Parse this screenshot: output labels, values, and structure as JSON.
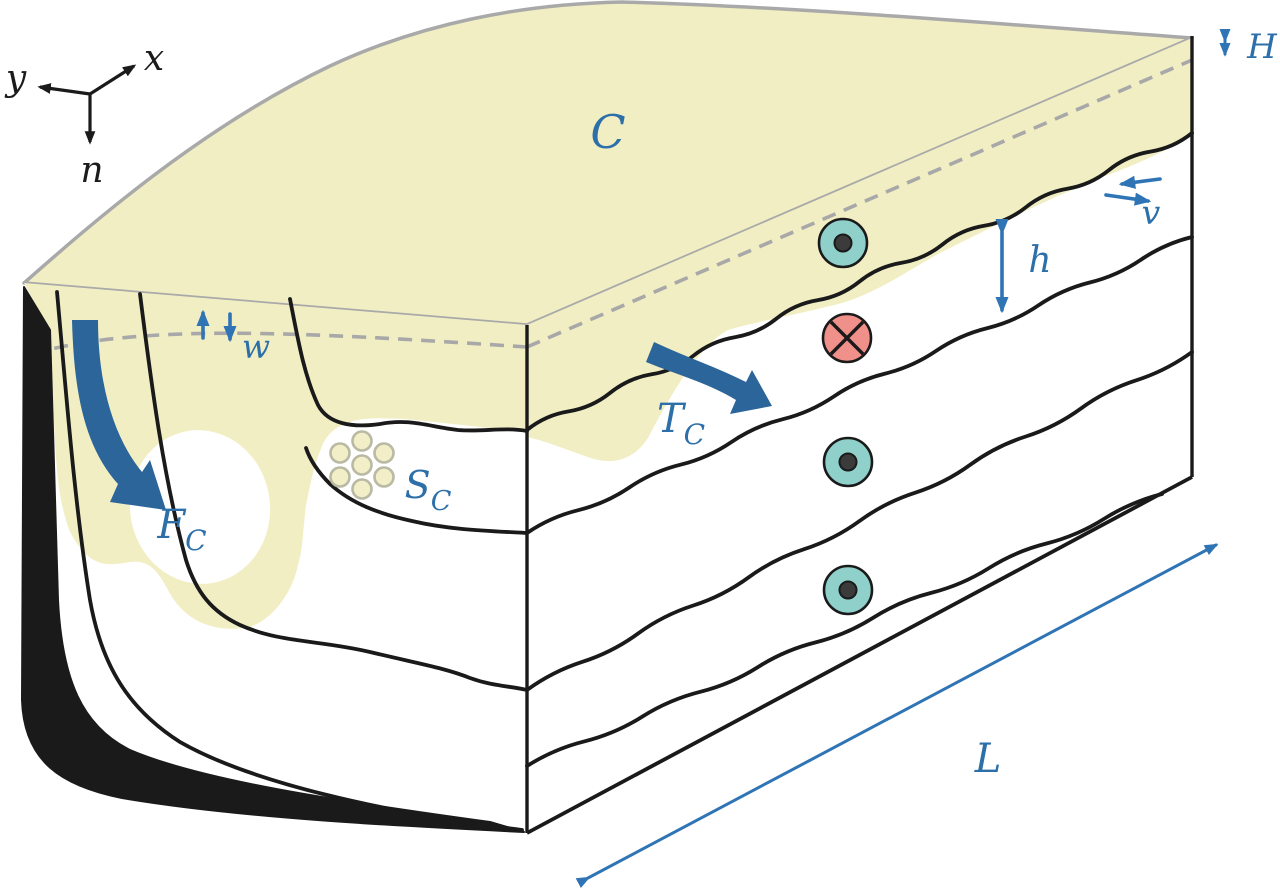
{
  "figure": {
    "labels": {
      "axis_x": "x",
      "axis_y": "y",
      "axis_n": "n",
      "top_face_concentration": "C",
      "surface_layer_depth": "H",
      "along_slope_velocity": "v",
      "interface_displacement": "h",
      "vertical_velocity": "w",
      "domain_length": "L",
      "transport_main": "T",
      "transport_sub": "C",
      "flux_main": "F",
      "flux_sub": "C",
      "source_main": "S",
      "source_sub": "C"
    },
    "symbols": {
      "out_of_page": "circle-dot",
      "into_page": "circle-cross",
      "source_cluster": "dot-cluster"
    },
    "colors": {
      "surface_yellow": "#f1eec3",
      "teal_symbol": "#8fd0cb",
      "red_symbol": "#f0908a",
      "thick_arrow_blue": "#2b6599",
      "thin_arrow_blue": "#2f74b5",
      "label_blue": "#2d6fa8",
      "gray_line": "#a9a9a9",
      "line_black": "#1a1a1a"
    }
  }
}
